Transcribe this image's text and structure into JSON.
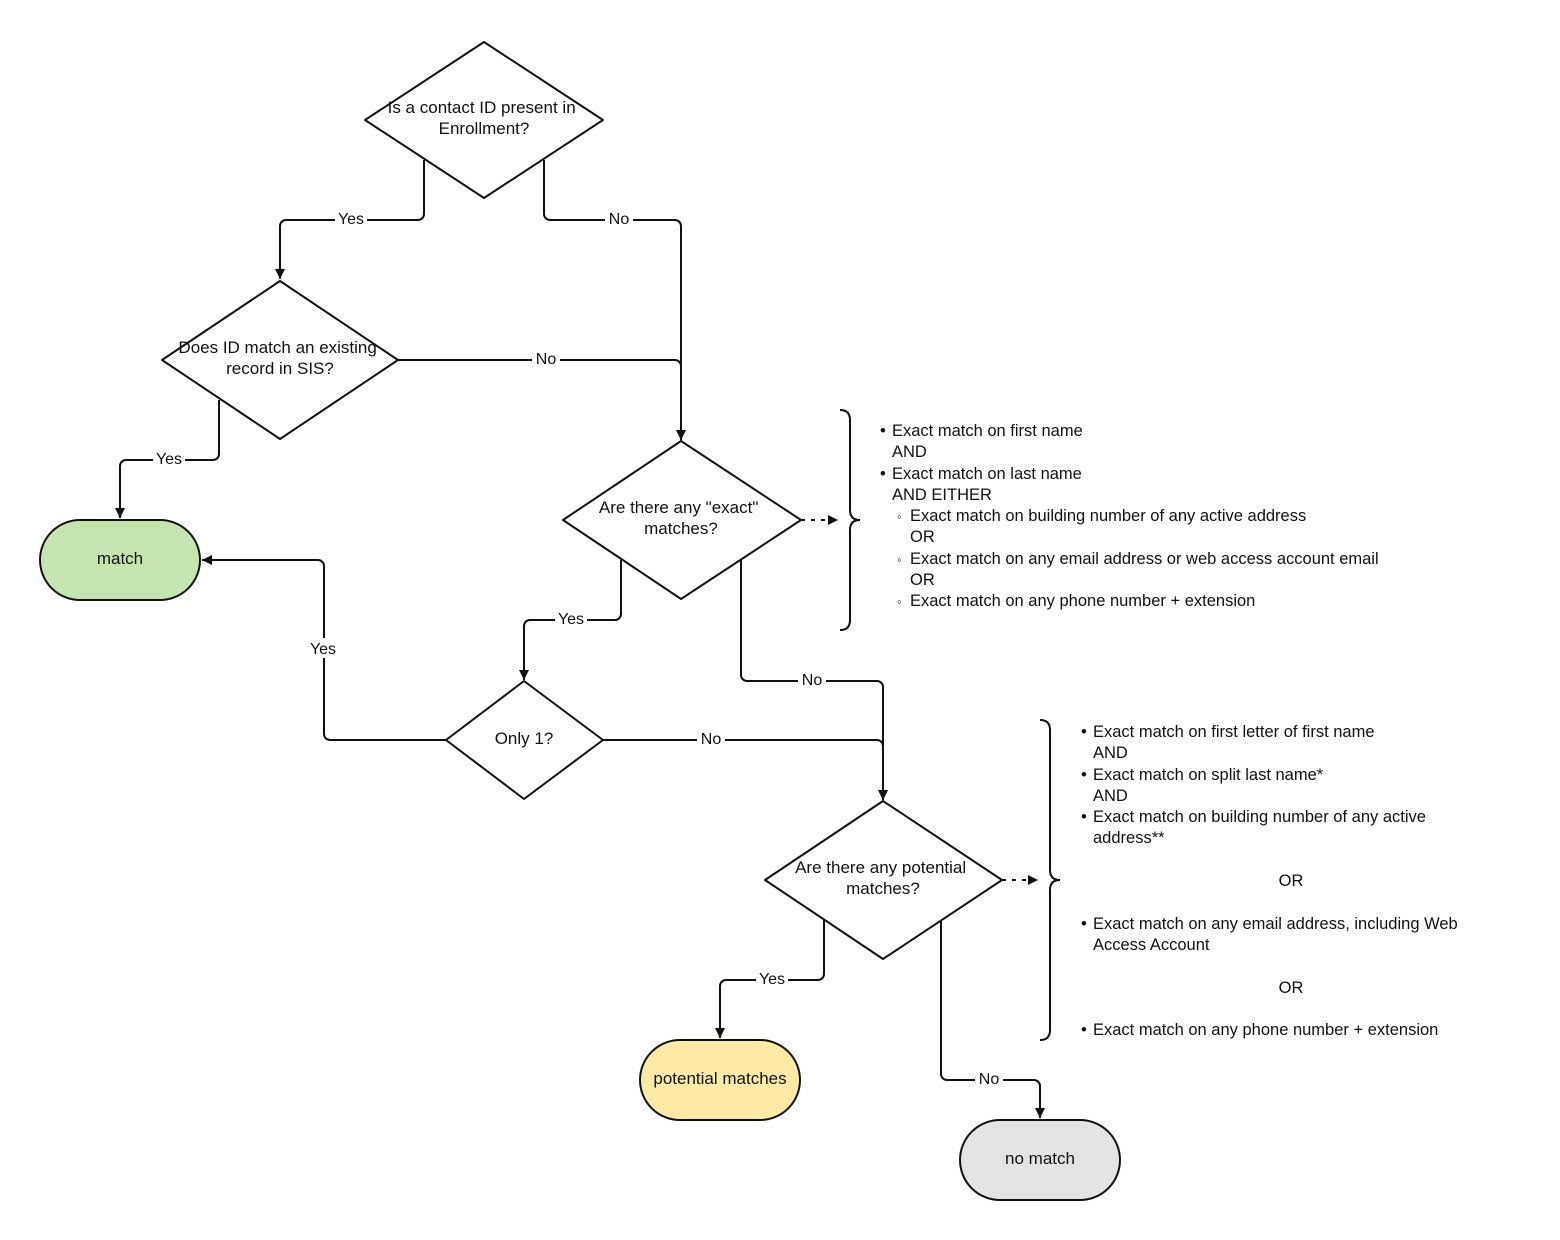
{
  "nodes": {
    "contact_id": {
      "lines": [
        "Is a contact ID present in",
        "Enrollment?"
      ]
    },
    "id_match": {
      "lines": [
        "Does ID match an existing",
        "record in SIS?"
      ]
    },
    "exact": {
      "lines": [
        "Are there any \"exact\"",
        "matches?"
      ]
    },
    "only1": {
      "lines": [
        "Only 1?"
      ]
    },
    "potential": {
      "lines": [
        "Are there any potential",
        "matches?"
      ]
    },
    "match": {
      "label": "match",
      "color": "#c6e5ae"
    },
    "potential_matches": {
      "label": "potential matches",
      "color": "#feeaa5"
    },
    "no_match": {
      "label": "no match",
      "color": "#e3e3e3"
    }
  },
  "edges": {
    "yes": "Yes",
    "no": "No"
  },
  "notes": {
    "exact": {
      "lines": [
        "Exact match on first name",
        "AND",
        "Exact match on last name",
        "AND EITHER",
        "Exact match on building number of any active address",
        "OR",
        "Exact match on any email address or web access account email",
        "OR",
        "Exact match on any phone number + extension"
      ]
    },
    "potential": {
      "lines": [
        "Exact match on first letter of first name",
        "AND",
        "Exact match on split last name*",
        "AND",
        "Exact match on building number of any active",
        "address**",
        "OR",
        "Exact match on any email address, including Web",
        "Access Account",
        "OR",
        "Exact match on any phone number + extension"
      ]
    }
  }
}
